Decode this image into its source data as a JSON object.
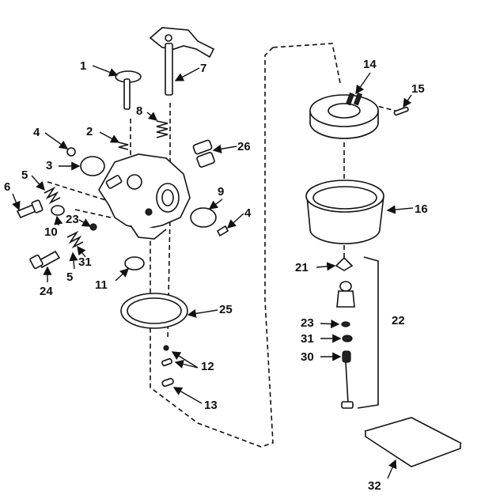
{
  "labels": {
    "l1": "1",
    "l2": "2",
    "l3": "3",
    "l4a": "4",
    "l4b": "4",
    "l5a": "5",
    "l5b": "5",
    "l6": "6",
    "l7": "7",
    "l8": "8",
    "l9": "9",
    "l10": "10",
    "l11": "11",
    "l12": "12",
    "l13": "13",
    "l14": "14",
    "l15": "15",
    "l16": "16",
    "l21": "21",
    "l22": "22",
    "l23a": "23",
    "l23b": "23",
    "l24": "24",
    "l25": "25",
    "l26": "26",
    "l30": "30",
    "l31a": "31",
    "l31b": "31",
    "l32": "32"
  }
}
